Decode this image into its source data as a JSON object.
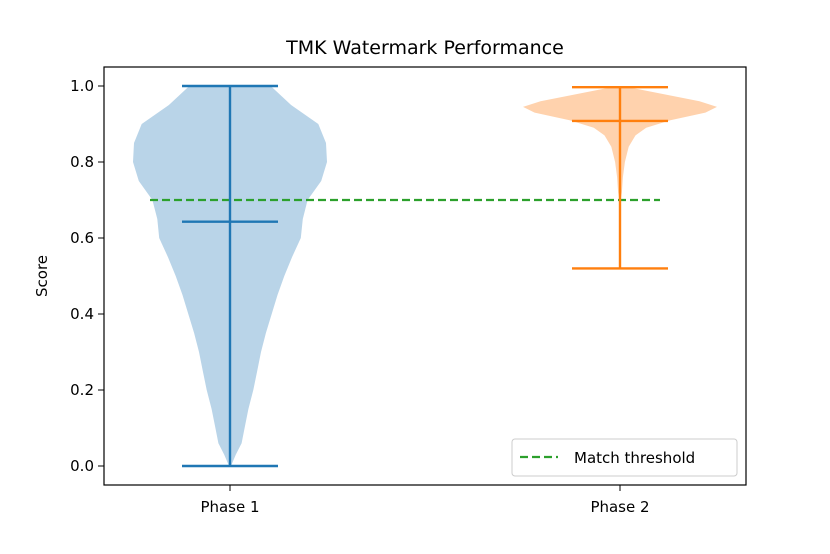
{
  "chart_data": {
    "type": "violin",
    "title": "TMK Watermark Performance",
    "xlabel": "",
    "ylabel": "Score",
    "categories": [
      "Phase 1",
      "Phase 2"
    ],
    "ylim": [
      -0.05,
      1.05
    ],
    "yticks": [
      "0.0",
      "0.2",
      "0.4",
      "0.6",
      "0.8",
      "1.0"
    ],
    "grid": false,
    "legend_position": "lower-right",
    "series": [
      {
        "category": "Phase 1",
        "color": "#1f77b4",
        "fill": "#b9d4e8",
        "min": 0.0,
        "max": 1.0,
        "median": 0.643,
        "density": [
          [
            0.0,
            0.01
          ],
          [
            0.03,
            0.06
          ],
          [
            0.06,
            0.12
          ],
          [
            0.1,
            0.15
          ],
          [
            0.15,
            0.19
          ],
          [
            0.2,
            0.24
          ],
          [
            0.25,
            0.28
          ],
          [
            0.3,
            0.32
          ],
          [
            0.35,
            0.37
          ],
          [
            0.4,
            0.43
          ],
          [
            0.45,
            0.49
          ],
          [
            0.5,
            0.56
          ],
          [
            0.55,
            0.64
          ],
          [
            0.6,
            0.73
          ],
          [
            0.65,
            0.75
          ],
          [
            0.7,
            0.8
          ],
          [
            0.75,
            0.94
          ],
          [
            0.8,
            1.0
          ],
          [
            0.85,
            0.99
          ],
          [
            0.9,
            0.91
          ],
          [
            0.95,
            0.63
          ],
          [
            1.0,
            0.42
          ]
        ]
      },
      {
        "category": "Phase 2",
        "color": "#ff7f0e",
        "fill": "#ffd2ad",
        "min": 0.52,
        "max": 0.997,
        "median": 0.908,
        "density": [
          [
            0.69,
            0.0
          ],
          [
            0.72,
            0.02
          ],
          [
            0.76,
            0.03
          ],
          [
            0.8,
            0.05
          ],
          [
            0.84,
            0.09
          ],
          [
            0.87,
            0.16
          ],
          [
            0.89,
            0.27
          ],
          [
            0.91,
            0.52
          ],
          [
            0.93,
            0.88
          ],
          [
            0.945,
            1.0
          ],
          [
            0.96,
            0.82
          ],
          [
            0.975,
            0.52
          ],
          [
            0.99,
            0.22
          ],
          [
            0.997,
            0.08
          ]
        ]
      }
    ],
    "threshold": {
      "name": "Match threshold",
      "value": 0.7,
      "color": "#2ca02c",
      "style": "dashed"
    }
  }
}
